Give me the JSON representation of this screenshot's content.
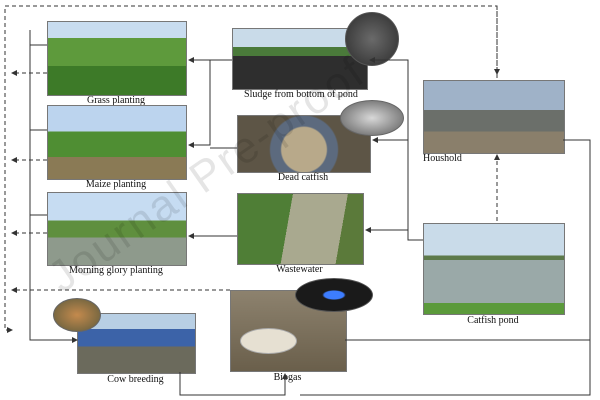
{
  "nodes": {
    "grass": {
      "label": "Grass planting",
      "icon": "grass-field-photo"
    },
    "sludge": {
      "label": "Sludge from bottom of pond",
      "icon": "pond-sludge-photo"
    },
    "household": {
      "label": "Houshold",
      "icon": "house-photo"
    },
    "maize": {
      "label": "Maize planting",
      "icon": "maize-field-photo"
    },
    "deadfish": {
      "label": "Dead catfish",
      "icon": "dead-catfish-photo"
    },
    "glory": {
      "label": "Morning glory planting",
      "icon": "morning-glory-field-photo"
    },
    "wastewater": {
      "label": "Wastewater",
      "icon": "wastewater-photo"
    },
    "catfishpond": {
      "label": "Catfish pond",
      "icon": "catfish-pond-photo"
    },
    "cow": {
      "label": "Cow breeding",
      "icon": "cow-shed-photo"
    },
    "biogas": {
      "label": "Biogas",
      "icon": "biogas-photo"
    }
  },
  "watermark": "Journal Pre-proof",
  "colors": {
    "line": "#333333",
    "sky": "#b9d3ec",
    "grass": "#3f7d2c",
    "water": "#9aa9a8",
    "soil": "#6e5d45"
  }
}
